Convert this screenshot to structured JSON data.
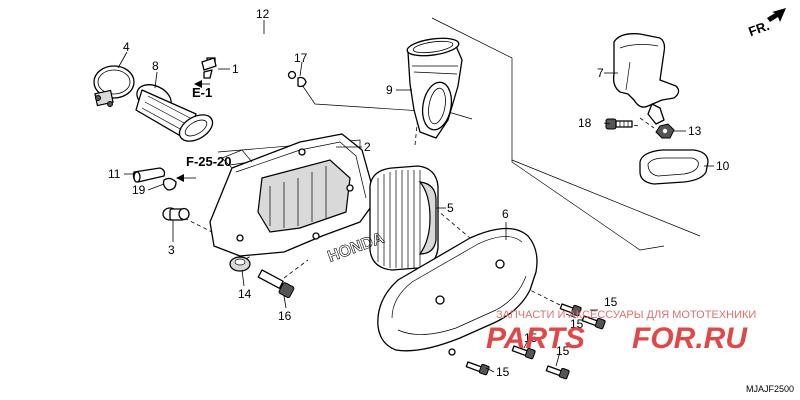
{
  "callouts": {
    "c1": "1",
    "c2": "2",
    "c3": "3",
    "c4": "4",
    "c5": "5",
    "c6": "6",
    "c7": "7",
    "c8": "8",
    "c9": "9",
    "c10": "10",
    "c11": "11",
    "c12": "12",
    "c13": "13",
    "c14": "14",
    "c15a": "15",
    "c15b": "15",
    "c15c": "15",
    "c15d": "15",
    "c15e": "15",
    "c16": "16",
    "c17": "17",
    "c18": "18",
    "c19": "19"
  },
  "references": {
    "e1": "E-1",
    "f2520": "F-25-20",
    "front": "FR."
  },
  "diagram_code": "MJAJF2500",
  "watermark": {
    "caption": "ЗАПЧАСТИ И АКСЕССУАРЫ ДЛЯ МОТОТЕХНИКИ",
    "brand_left": "PARTS",
    "brand_right": "FOR.RU"
  },
  "housing_logo_text": "HONDA"
}
